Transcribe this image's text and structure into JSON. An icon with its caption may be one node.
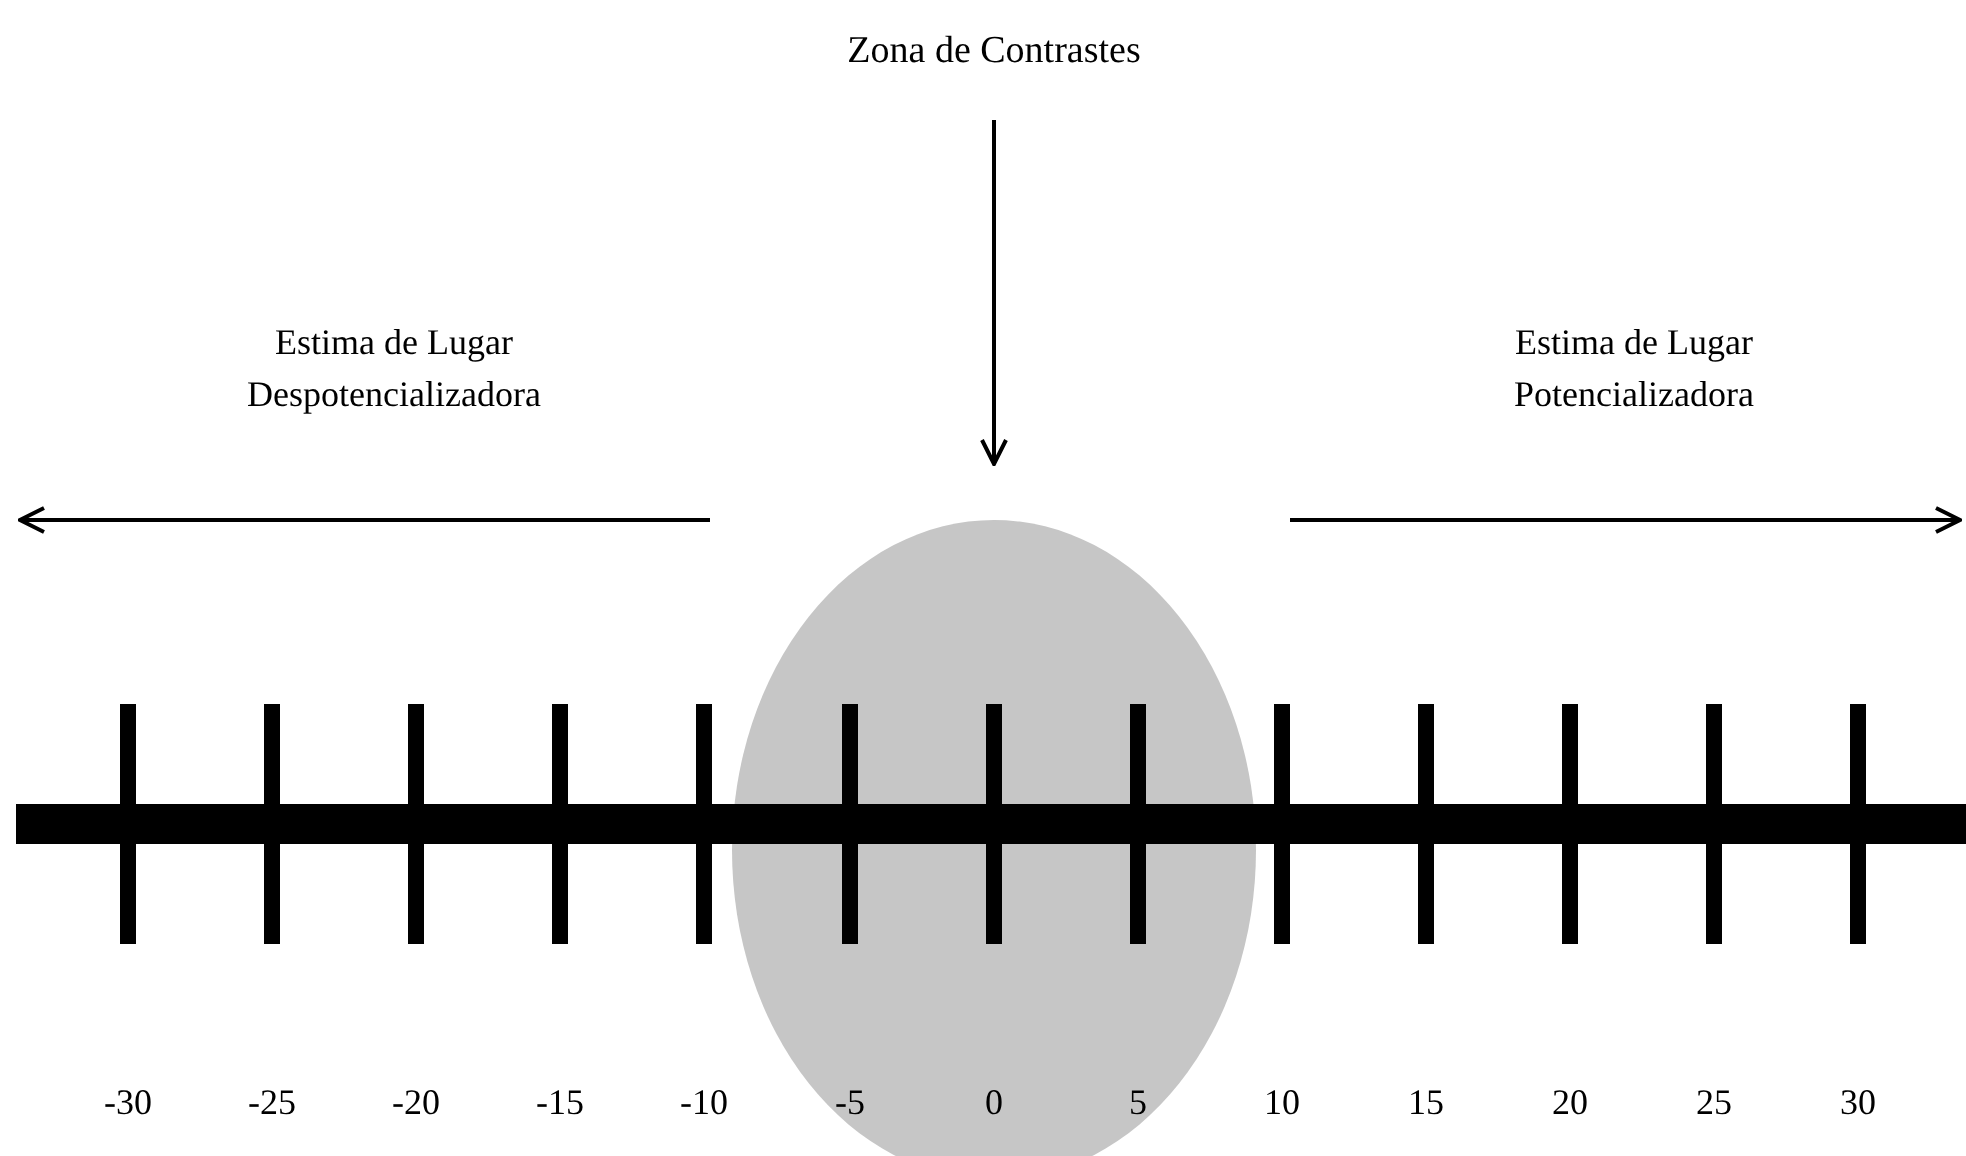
{
  "diagram": {
    "nodes": [
      {
        "text": [
          "Zona de Contrastes"
        ]
      },
      {
        "text": [],
        "shape": "circle"
      }
    ],
    "edges": [
      {
        "from": 0,
        "to": 1,
        "arrow": "to"
      }
    ],
    "labels": [
      "Estima de Lugar Despotencializadora",
      "Estima de Lugar Potencializadora",
      "-30",
      "-25",
      "-20",
      "-15",
      "-10",
      "-5",
      "0",
      "5",
      "10",
      "15",
      "20",
      "25",
      "30"
    ]
  }
}
